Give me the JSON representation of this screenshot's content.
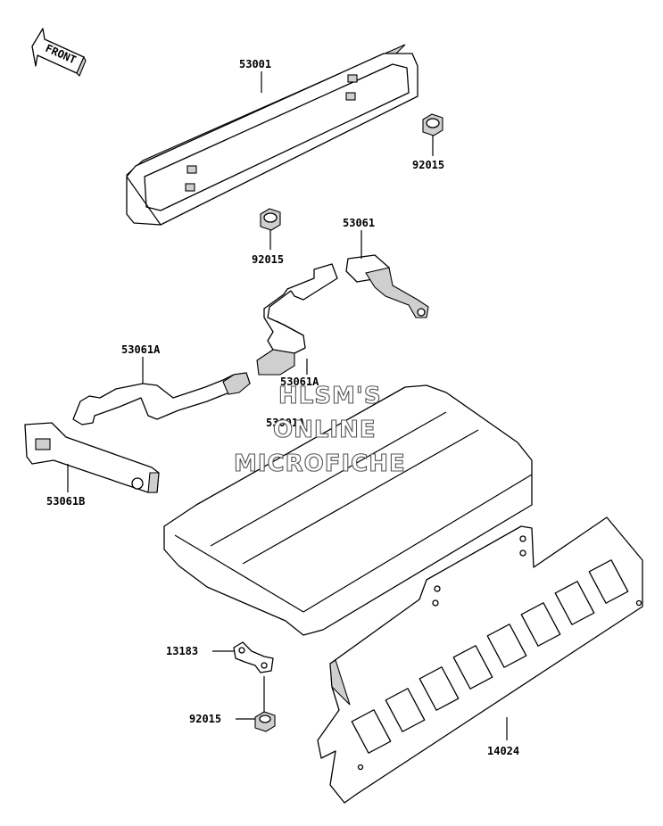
{
  "front_arrow": {
    "label": "FRONT"
  },
  "labels": [
    {
      "id": "label-53001",
      "text": "53001"
    },
    {
      "id": "label-92015-top",
      "text": "92015"
    },
    {
      "id": "label-92015-mid",
      "text": "92015"
    },
    {
      "id": "label-53061",
      "text": "53061"
    },
    {
      "id": "label-53061a-left",
      "text": "53061A"
    },
    {
      "id": "label-53061a-mid",
      "text": "53061A"
    },
    {
      "id": "label-53001a",
      "text": "53001A"
    },
    {
      "id": "label-53061b",
      "text": "53061B"
    },
    {
      "id": "label-13183",
      "text": "13183"
    },
    {
      "id": "label-92015-bottom",
      "text": "92015"
    },
    {
      "id": "label-14024",
      "text": "14024"
    }
  ],
  "watermark": {
    "line1": "HLSM'S",
    "line2": "ONLINE",
    "line3": "MICROFICHE"
  }
}
